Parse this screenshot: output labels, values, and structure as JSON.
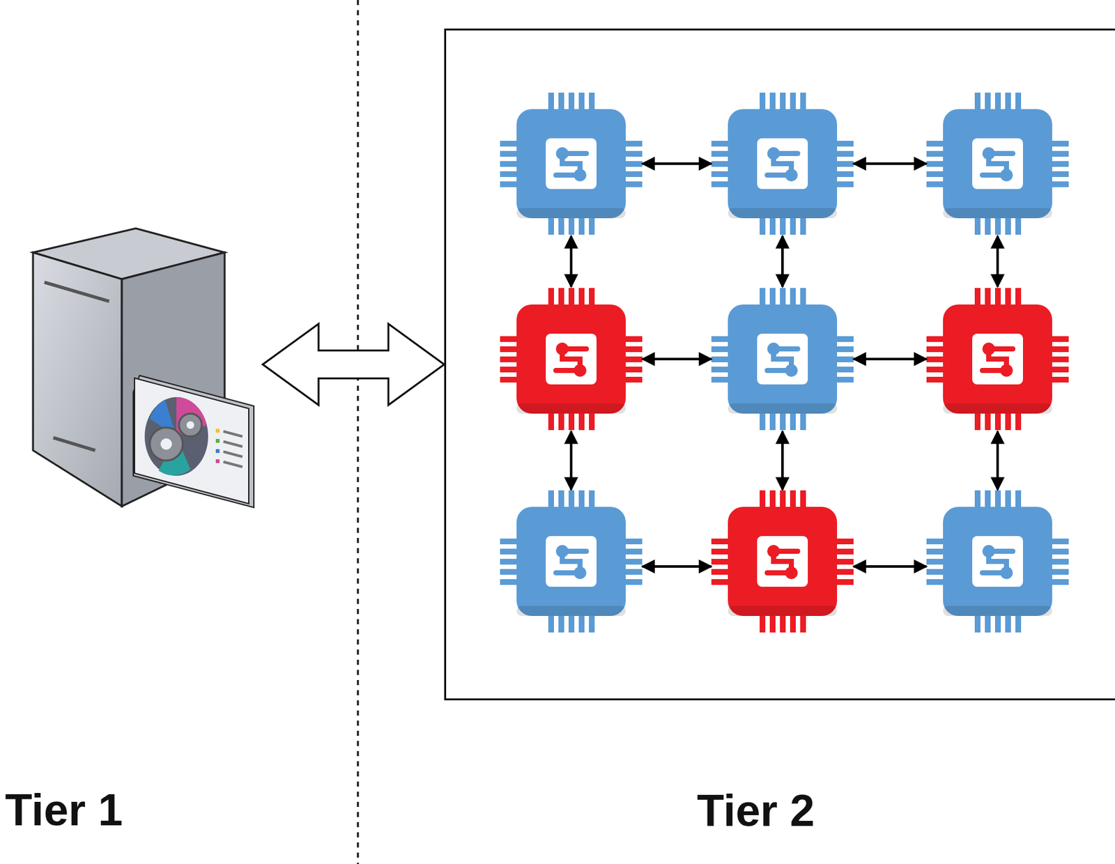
{
  "diagram": {
    "nodes": [
      {
        "text": [
          "Tier 1"
        ]
      },
      {
        "text": [
          "Tier 2"
        ]
      }
    ],
    "edges": [
      {
        "from": 0,
        "to": 1,
        "arrow": "both"
      }
    ]
  }
}
